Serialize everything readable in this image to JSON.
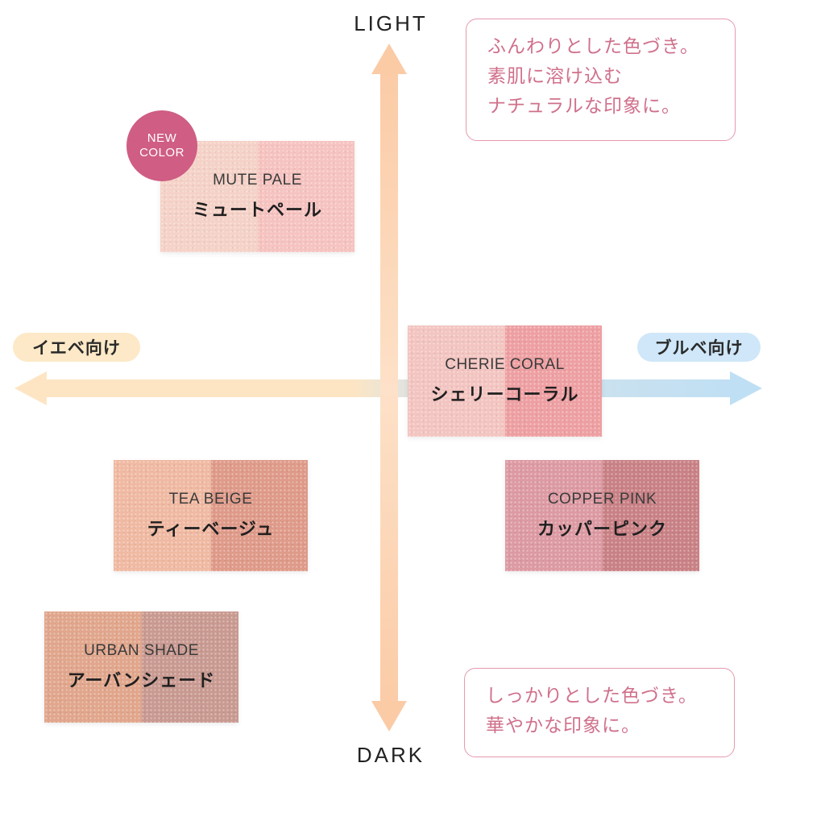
{
  "axes": {
    "top": "LIGHT",
    "bottom": "DARK",
    "left": "イエベ向け",
    "right": "ブルベ向け"
  },
  "notes": {
    "top": [
      "ふんわりとした色づき。",
      "素肌に溶け込む",
      "ナチュラルな印象に。"
    ],
    "bottom": [
      "しっかりとした色づき。",
      "華やかな印象に。"
    ]
  },
  "badge": {
    "line1": "NEW",
    "line2": "COLOR"
  },
  "swatches": {
    "mute": {
      "en": "MUTE PALE",
      "jp": "ミュートペール",
      "left_color": "#f5d2c7",
      "right_color": "#f6c3c0"
    },
    "cherie": {
      "en": "CHERIE CORAL",
      "jp": "シェリーコーラル",
      "left_color": "#f3c5c1",
      "right_color": "#ee9fa2"
    },
    "tea": {
      "en": "TEA BEIGE",
      "jp": "ティーベージュ",
      "left_color": "#f0b9a2",
      "right_color": "#df9a89"
    },
    "copper": {
      "en": "COPPER PINK",
      "jp": "カッパーピンク",
      "left_color": "#dd9aa3",
      "right_color": "#c98185"
    },
    "urban": {
      "en": "URBAN SHADE",
      "jp": "アーバンシェード",
      "left_color": "#e1a68c",
      "right_color": "#c99a91"
    }
  },
  "colors": {
    "vertical_arrow": "#fbd3b0",
    "horizontal_arrow_left": "#fde5c4",
    "horizontal_arrow_right": "#bfdff4",
    "note_border": "#e59aac",
    "note_text": "#d0708b",
    "badge": "#cf5d84"
  }
}
